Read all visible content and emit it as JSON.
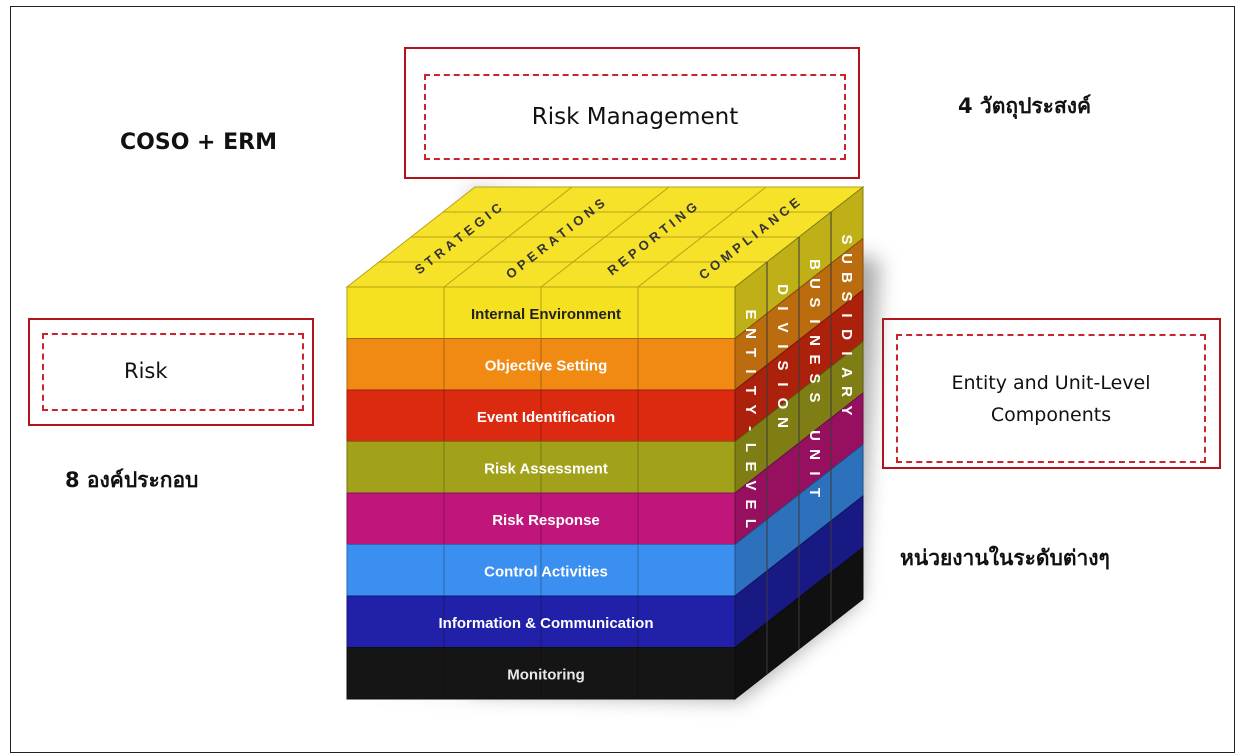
{
  "labels": {
    "coso_erm": "COSO + ERM",
    "objectives_count": "4 วัตถุประสงค์",
    "components_count": "8 องค์ประกอบ",
    "units_levels": "หน่วยงานในระดับต่างๆ"
  },
  "boxes": {
    "risk_management": "Risk Management",
    "risk": "Risk",
    "entity_line1": "Entity and Unit-Level",
    "entity_line2": "Components"
  },
  "cube": {
    "objectives": [
      "STRATEGIC",
      "OPERATIONS",
      "REPORTING",
      "COMPLIANCE"
    ],
    "components": [
      {
        "label": "Internal Environment",
        "color": "#f5e11f"
      },
      {
        "label": "Objective Setting",
        "color": "#f08a12"
      },
      {
        "label": "Event Identification",
        "color": "#dc2a10"
      },
      {
        "label": "Risk Assessment",
        "color": "#a2a21a"
      },
      {
        "label": "Risk Response",
        "color": "#c0157a"
      },
      {
        "label": "Control Activities",
        "color": "#3a8ff0"
      },
      {
        "label": "Information & Communication",
        "color": "#2020a8"
      },
      {
        "label": "Monitoring",
        "color": "#151515"
      }
    ],
    "levels": [
      "ENTITY-LEVEL",
      "DIVISION",
      "BUSINESS UNIT",
      "SUBSIDIARY"
    ]
  }
}
